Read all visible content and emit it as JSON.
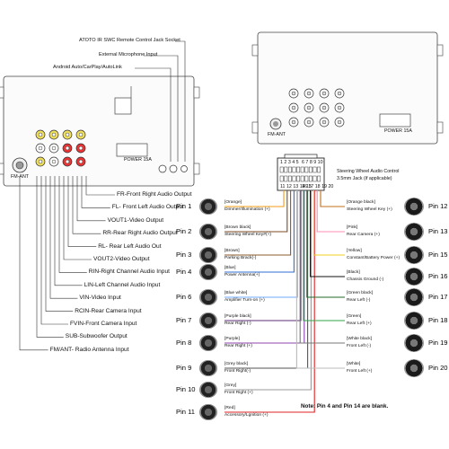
{
  "top_labels": [
    "ATOTO IR SWC Remote Control Jack Socket",
    "External Microphone Input",
    "Android Auto/CarPlay/AutoLink"
  ],
  "left_labels": [
    "FR-Front Right Audio Output",
    "FL- Front Left Audio Output",
    "VOUT1-Video Output",
    "RR-Rear Right Audio Output",
    "RL- Rear Left Audio Out",
    "VOUT2-Video Output",
    "RIN-Right Channel Audio Input",
    "LIN-Left Channel Audio Input",
    "VIN-Video Input",
    "RCIN-Rear Camera Input",
    "FVIN-Front Camera Input",
    "SUB-Subwoofer Output",
    "FM/ANT- Radio Antenna Input"
  ],
  "unit_labels": {
    "left_power": "POWER 15A",
    "right_power": "POWER 15A",
    "right_ant": "FM-ANT",
    "left_ant": "FM-ANT"
  },
  "connector": {
    "top_pins": "6 7 8 9 10",
    "bottom_pins": "11 12 13 14 15",
    "bottom_pins_right": "16 17 18 19 20",
    "top_pins_left": "1 2 3 4 5"
  },
  "steering_note": [
    "Steering Wheel Audio Control",
    "3.5mm Jack (if applicable)"
  ],
  "pins_left": [
    {
      "pin": "Pin 1",
      "color": "[Orange]",
      "desc": "Dimmer/Illumination (+)",
      "wire": "#f39c12",
      "icon": "dimmer-icon"
    },
    {
      "pin": "Pin 2",
      "color": "[Brown black]",
      "desc": "Steering Wheel Key#(+)",
      "wire": "#7a4b24",
      "icon": "steering-wheel-icon"
    },
    {
      "pin": "Pin 3",
      "color": "[Brown]",
      "desc": "Parking Brack(-)",
      "wire": "#8b5a2b",
      "icon": "parking-brake-icon"
    },
    {
      "pin": "Pin 4",
      "color": "[Blue]",
      "desc": "Power Antenna(+)",
      "wire": "#2f6fd6",
      "icon": "antenna-icon"
    },
    {
      "pin": "Pin 6",
      "color": "[Blue white]",
      "desc": "Amplifier Turn-on (+)",
      "wire": "#6fa8ff",
      "icon": "amplifier-icon"
    },
    {
      "pin": "Pin 7",
      "color": "[Purple black]",
      "desc": "Rear Right (-)",
      "wire": "#5b2b7a",
      "icon": "speaker-icon"
    },
    {
      "pin": "Pin 8",
      "color": "[Purple]",
      "desc": "Rear Right (+)",
      "wire": "#8e44ad",
      "icon": "speaker-icon"
    },
    {
      "pin": "Pin 9",
      "color": "[Grey black]",
      "desc": "Front Right(-)",
      "wire": "#555555",
      "icon": "speaker-icon"
    },
    {
      "pin": "Pin 10",
      "color": "[Grey]",
      "desc": "Front Right (+)",
      "wire": "#9a9a9a",
      "icon": "speaker-icon"
    },
    {
      "pin": "Pin 11",
      "color": "[Red]",
      "desc": "Accessory/Lgnition (+)",
      "wire": "#e02020",
      "icon": "ignition-icon"
    }
  ],
  "pins_right": [
    {
      "pin": "Pin 12",
      "color": "[Orange black]",
      "desc": "Steering Wheel Key (+)",
      "wire": "#c0701a",
      "icon": "steering-wheel-icon"
    },
    {
      "pin": "Pin 13",
      "color": "[Pink]",
      "desc": "Rear Camera (+)",
      "wire": "#ff8fb3",
      "icon": "camera-icon"
    },
    {
      "pin": "Pin 15",
      "color": "[Yellow]",
      "desc": "Constant/Battery Power (+)",
      "wire": "#f1d21c",
      "icon": "battery-icon"
    },
    {
      "pin": "Pin 16",
      "color": "[Black]",
      "desc": "Chassis Ground (-)",
      "wire": "#111111",
      "icon": "ground-icon"
    },
    {
      "pin": "Pin 17",
      "color": "[Green black]",
      "desc": "Rear Left (-)",
      "wire": "#1f6b2a",
      "icon": "speaker-icon"
    },
    {
      "pin": "Pin 18",
      "color": "[Green]",
      "desc": "Rear Left (+)",
      "wire": "#2fa34a",
      "icon": "speaker-icon"
    },
    {
      "pin": "Pin 19",
      "color": "[White black]",
      "desc": "Front Left (-)",
      "wire": "#777777",
      "icon": "speaker-icon"
    },
    {
      "pin": "Pin 20",
      "color": "[White]",
      "desc": "Front Left (+)",
      "wire": "#bbbbbb",
      "icon": "speaker-icon"
    }
  ],
  "note": "Note: Pin 4 and Pin 14 are blank."
}
